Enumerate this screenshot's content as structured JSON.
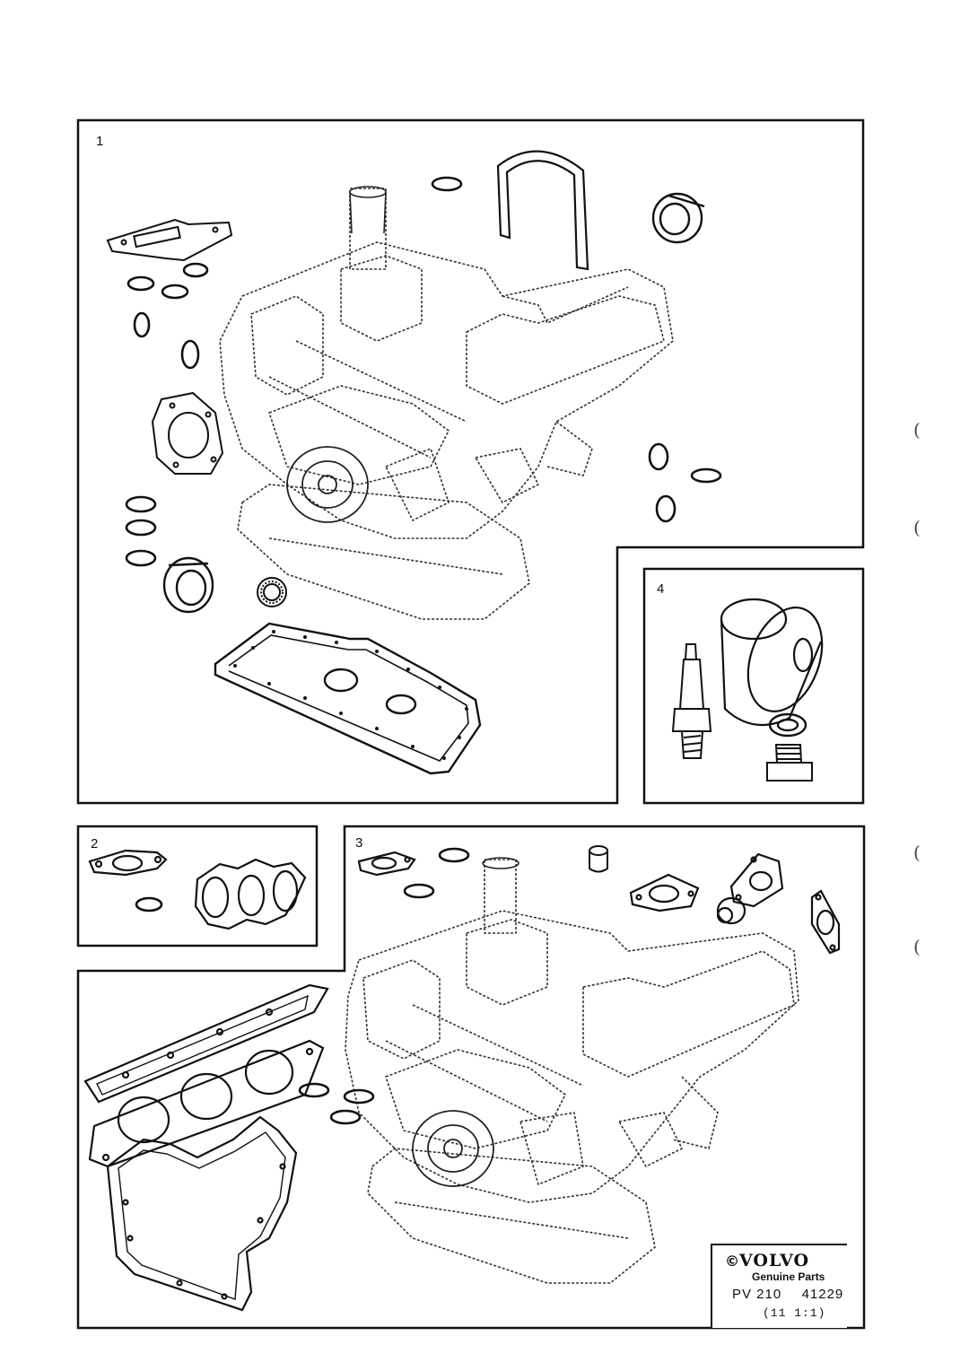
{
  "panels": {
    "p1": "1",
    "p2": "2",
    "p3": "3",
    "p4": "4"
  },
  "margin_marks": [
    "(",
    "(",
    "(",
    "("
  ],
  "logo": {
    "copyright": "©",
    "brand": "VOLVO",
    "subtitle": "Genuine Parts",
    "code_prefix": "PV 210",
    "code_number": "41229",
    "scale": "(11 1:1)"
  }
}
